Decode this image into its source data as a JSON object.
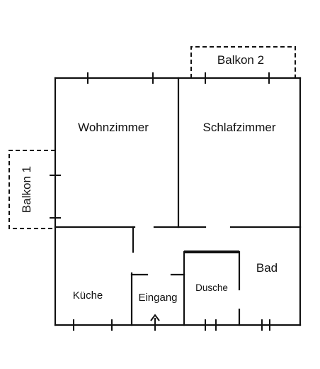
{
  "rooms": {
    "wohnzimmer": "Wohnzimmer",
    "schlafzimmer": "Schlafzimmer",
    "balkon1": "Balkon 1",
    "balkon2": "Balkon 2",
    "kueche": "Küche",
    "eingang": "Eingang",
    "dusche": "Dusche",
    "bad": "Bad"
  },
  "entrance_icon": "arrow-up-icon"
}
